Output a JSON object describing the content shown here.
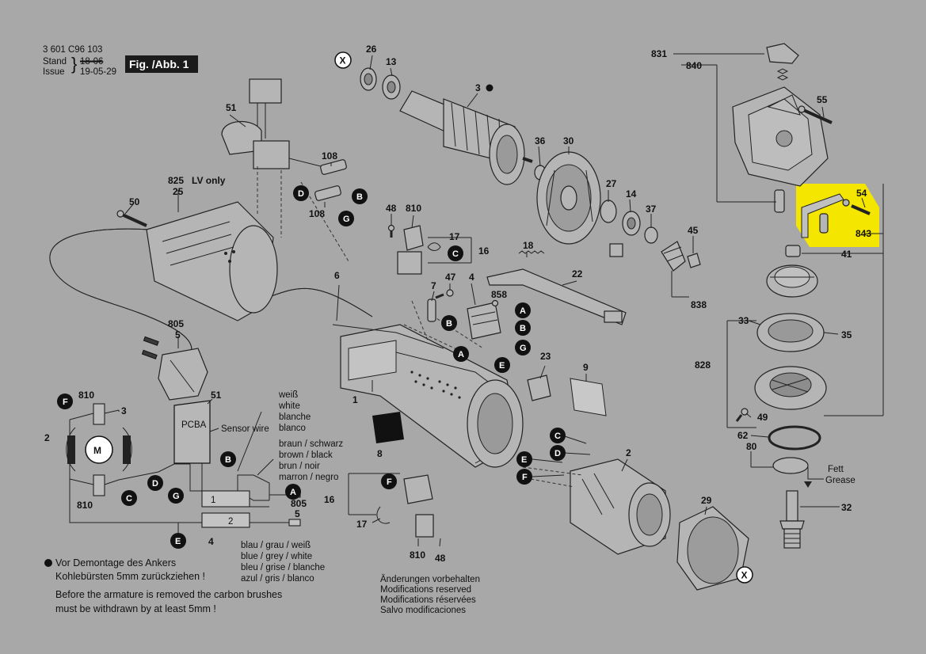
{
  "header": {
    "doc_number": "3 601 C96 103",
    "stand_label": "Stand",
    "issue_label": "Issue",
    "old_date": "18-06",
    "new_date": "19-05-29",
    "figure_label": "Fig. /Abb. 1"
  },
  "callouts": {
    "p1": "1",
    "p2": "2",
    "p3": "3",
    "p4": "4",
    "p5": "5",
    "p6": "6",
    "p7": "7",
    "p8": "8",
    "p9": "9",
    "p13": "13",
    "p14": "14",
    "p16": "16",
    "p17": "17",
    "p18": "18",
    "p22": "22",
    "p23": "23",
    "p25": "25",
    "p26": "26",
    "p27": "27",
    "p29": "29",
    "p30": "30",
    "p32": "32",
    "p33": "33",
    "p35": "35",
    "p36": "36",
    "p37": "37",
    "p41": "41",
    "p45": "45",
    "p47": "47",
    "p48": "48",
    "p49": "49",
    "p50": "50",
    "p51": "51",
    "p54": "54",
    "p55": "55",
    "p62": "62",
    "p80": "80",
    "p108": "108",
    "p805": "805",
    "p810": "810",
    "p825": "825",
    "p825_lv": "LV only",
    "p828": "828",
    "p831": "831",
    "p838": "838",
    "p840": "840",
    "p843": "843",
    "p858": "858"
  },
  "badges": {
    "A": "A",
    "B": "B",
    "C": "C",
    "D": "D",
    "E": "E",
    "F": "F",
    "G": "G",
    "X": "X"
  },
  "wiring": {
    "motor": "M",
    "pcba": "PCBA",
    "sensor_wire": "Sensor wire",
    "white": [
      "weiß",
      "white",
      "blanche",
      "blanco"
    ],
    "brown": [
      "braun / schwarz",
      "brown / black",
      "brun / noir",
      "marron / negro"
    ],
    "blue": [
      "blau / grau / weiß",
      "blue / grey / white",
      "bleu / grise / blanche",
      "azul / gris / blanco"
    ],
    "sw1": "1",
    "sw2": "2"
  },
  "grease": {
    "de": "Fett",
    "en": "Grease"
  },
  "notes": {
    "de_line1": "Vor Demontage des Ankers",
    "de_line2": "Kohlebürsten 5mm zurückziehen !",
    "en_line1": "Before the armature is removed the carbon brushes",
    "en_line2": "must be withdrawn by at least 5mm !"
  },
  "modifications": [
    "Änderungen vorbehalten",
    "Modifications reserved",
    "Modifications réservées",
    "Salvo modificaciones"
  ],
  "colors": {
    "background": "#a8a8a8",
    "highlight": "#f5e600",
    "ink": "#111111"
  }
}
